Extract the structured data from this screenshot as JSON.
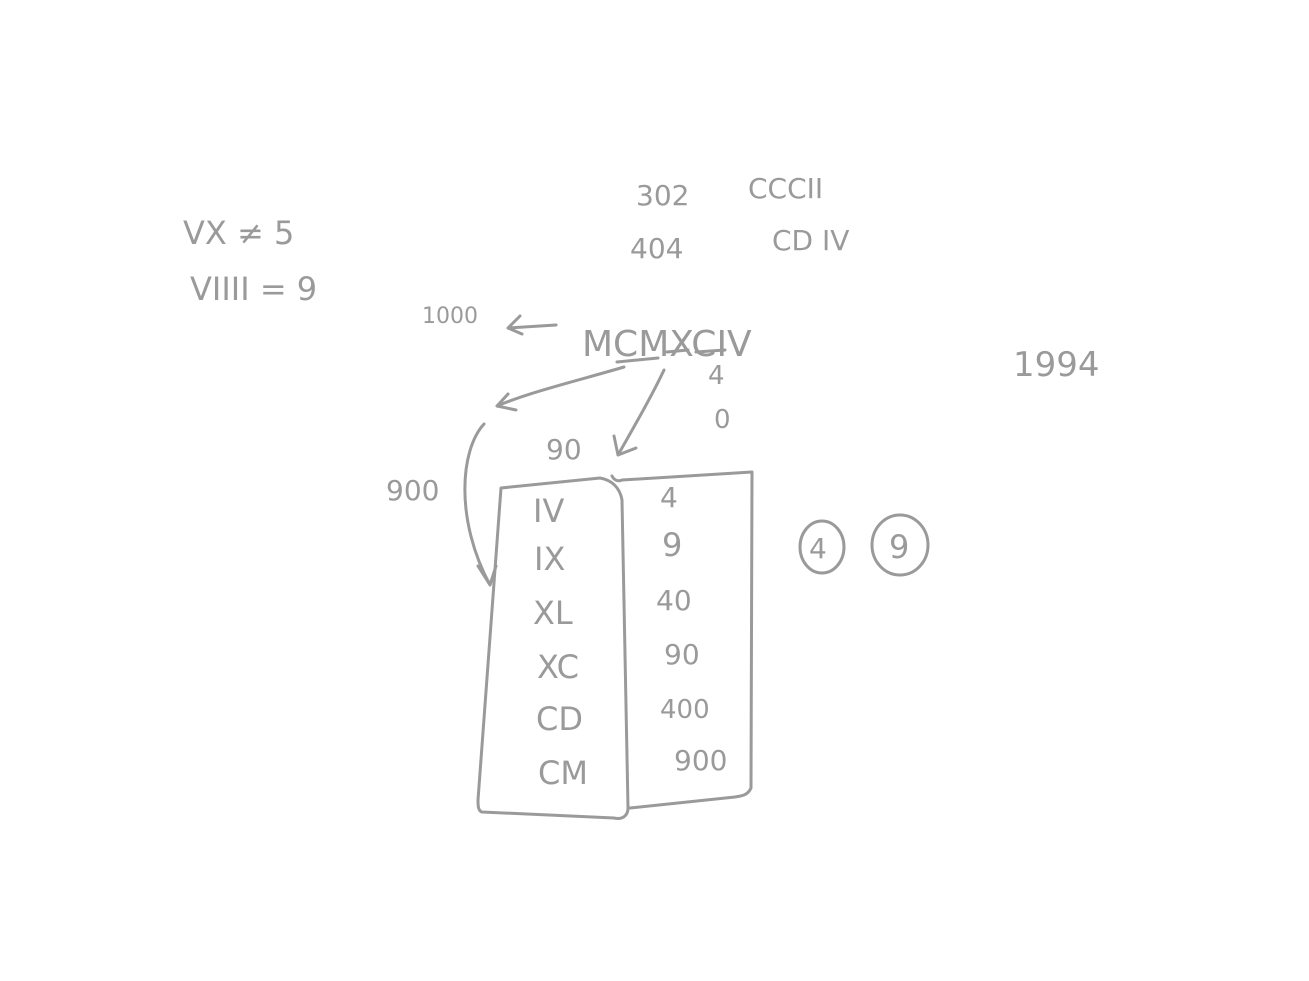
{
  "notes": {
    "rule_vx": "VX ≠ 5",
    "rule_viiii": "VIIII = 9",
    "example_302_arabic": "302",
    "example_302_roman": "CCCII",
    "example_404_arabic": "404",
    "example_404_roman": "CD IV",
    "thousand_value": "1000",
    "main_numeral": "MCMXCIV",
    "four_value": "4",
    "ninety_value": "90",
    "ninehundred_value": "900",
    "result_year": "1994",
    "circled_left": "4",
    "circled_right": "9"
  },
  "subtractive_table": {
    "numerals": [
      "IV",
      "IX",
      "XL",
      "XC",
      "CD",
      "CM"
    ],
    "values": [
      "4",
      "9",
      "40",
      "90",
      "400",
      "900"
    ]
  },
  "colors": {
    "ink": "#9a9a9a",
    "background": "#ffffff"
  }
}
